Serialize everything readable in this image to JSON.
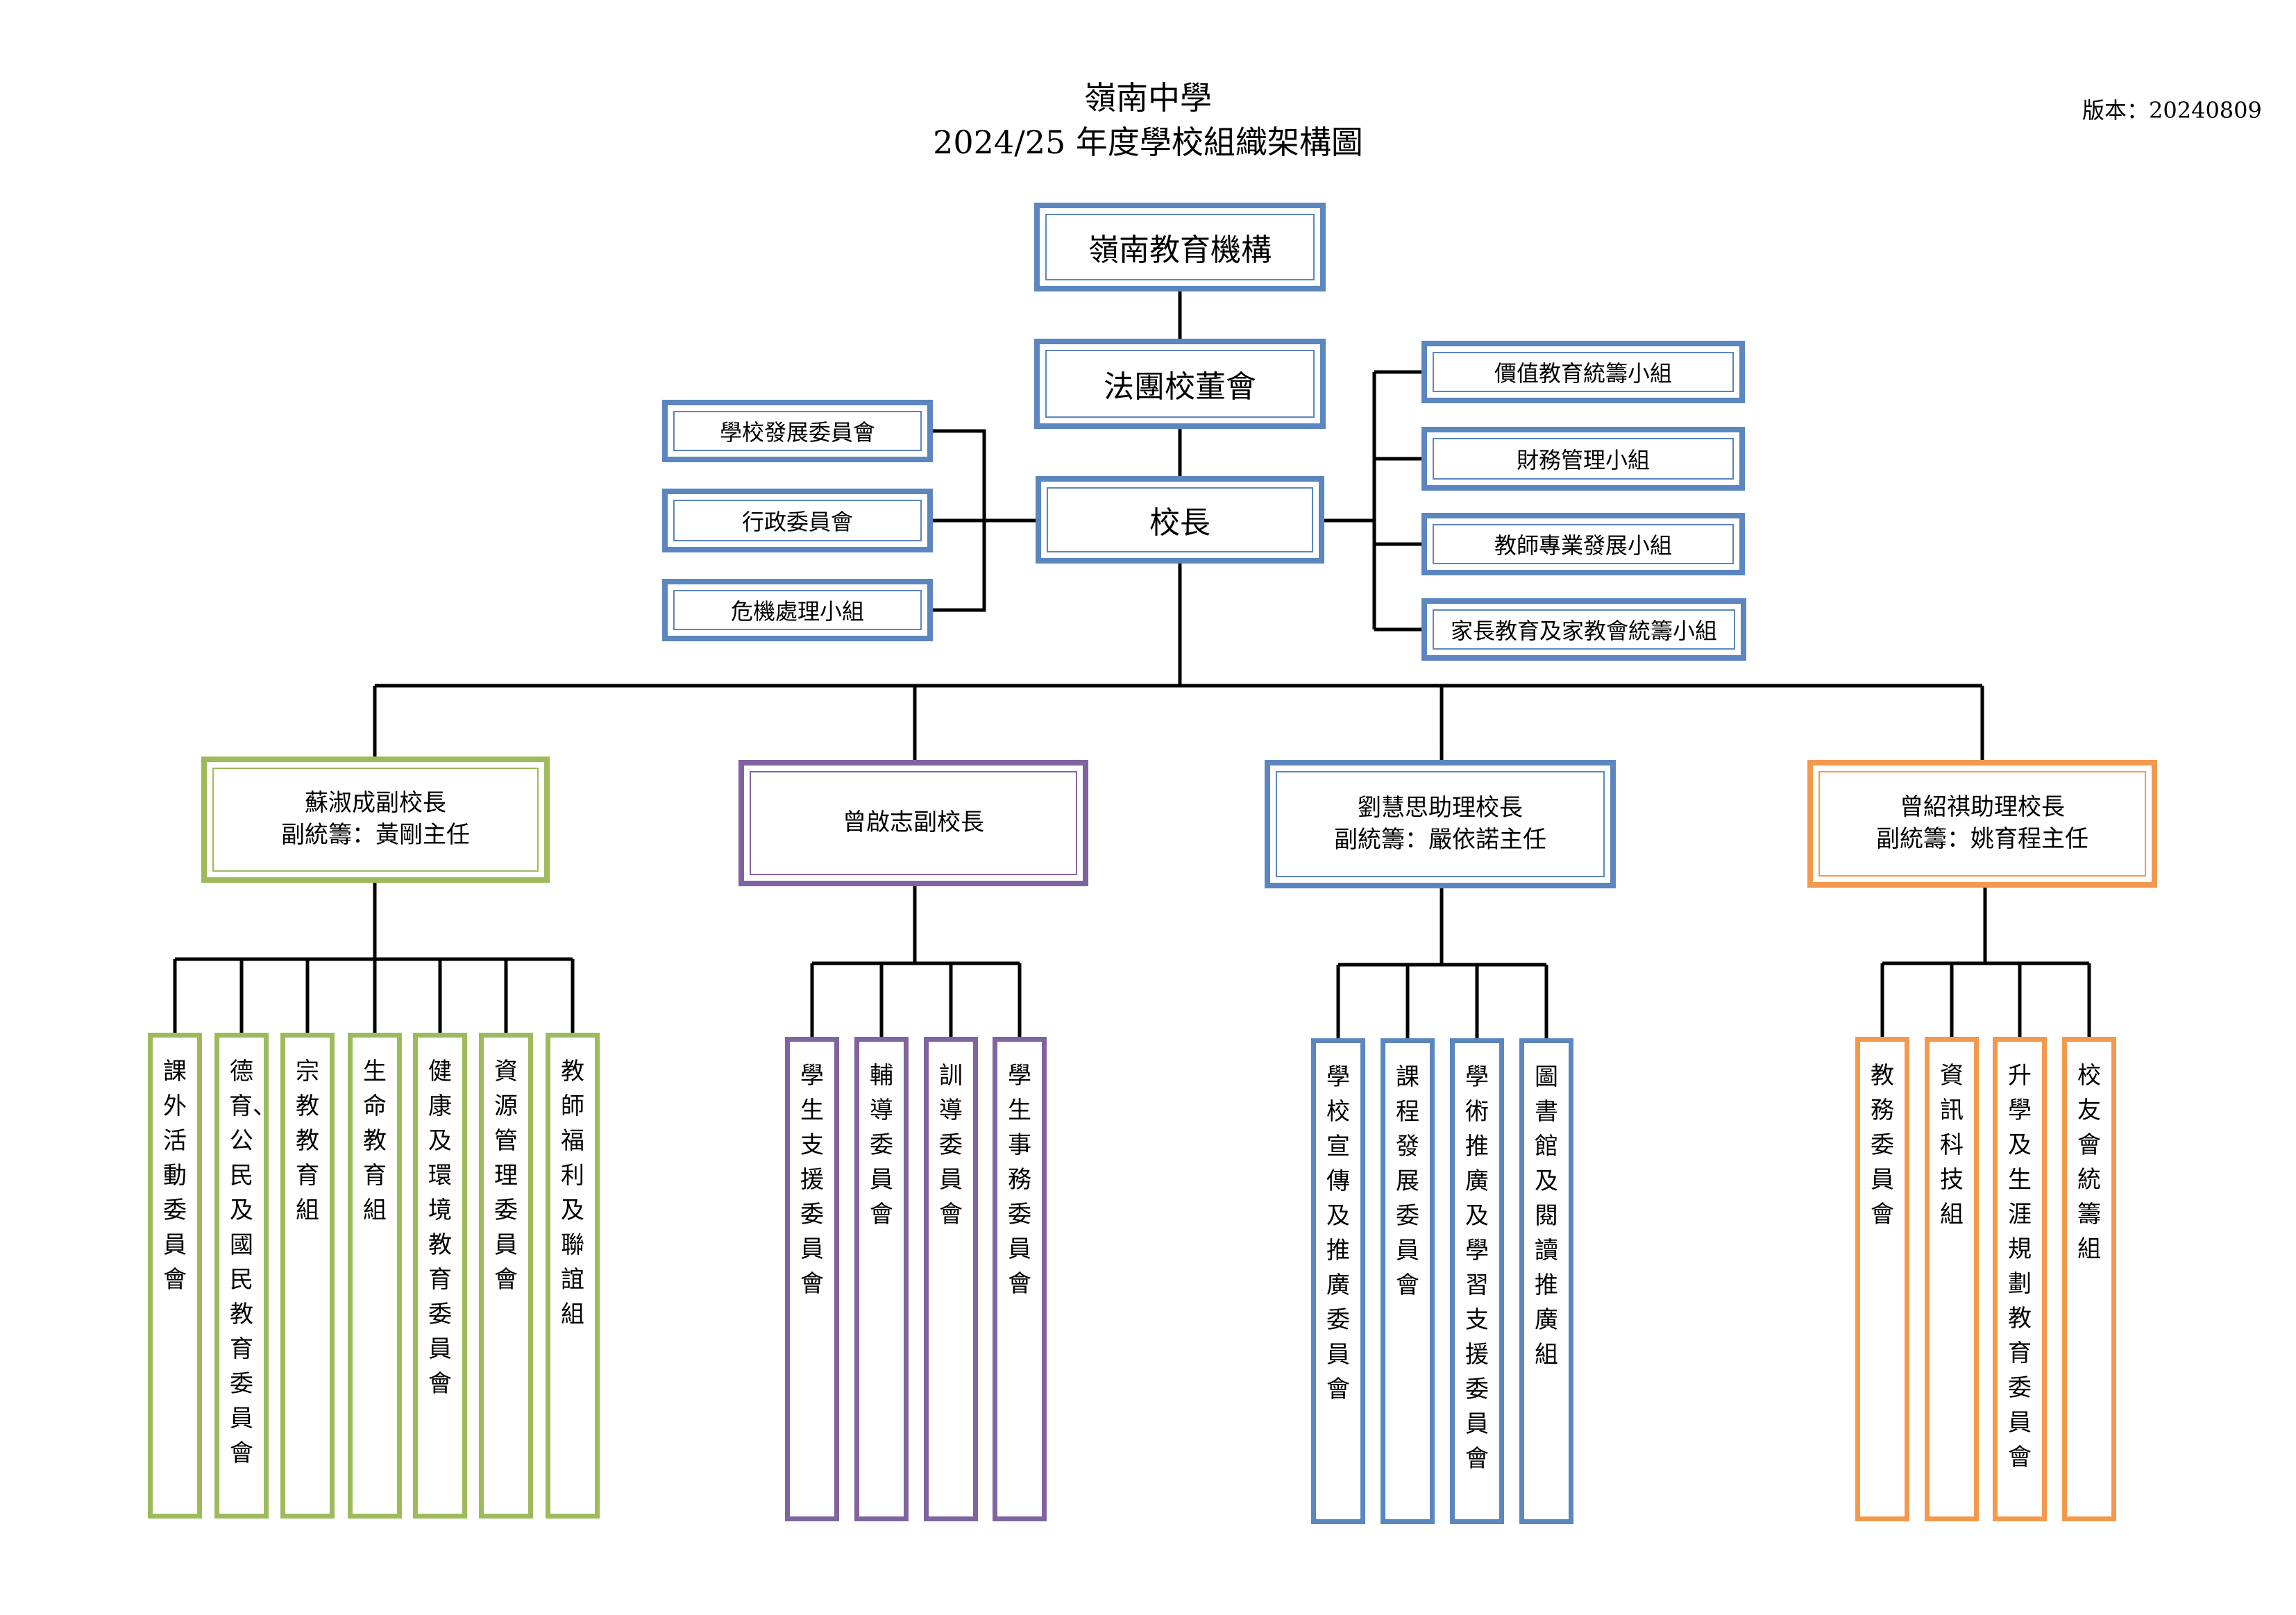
{
  "header": {
    "school": "嶺南中學",
    "subtitle": "2024/25 年度學校組織架構圖",
    "version": "版本：20240809"
  },
  "top": {
    "org": "嶺南教育機構",
    "board": "法團校董會",
    "principal": "校長"
  },
  "left_committees": [
    "學校發展委員會",
    "行政委員會",
    "危機處理小組"
  ],
  "right_groups": [
    "價值教育統籌小組",
    "財務管理小組",
    "教師專業發展小組",
    "家長教育及家教會統籌小組"
  ],
  "divisions": [
    {
      "head": "蘇淑成副校長",
      "deputy": "副統籌：黃剛主任",
      "color": "#9dbb5c",
      "units": [
        "課外活動委員會",
        "德育、公民及國民教育委員會",
        "宗教教育組",
        "生命教育組",
        "健康及環境教育委員會",
        "資源管理委員會",
        "教師福利及聯誼組"
      ]
    },
    {
      "head": "曾啟志副校長",
      "deputy": "",
      "color": "#8064a2",
      "units": [
        "學生支援委員會",
        "輔導委員會",
        "訓導委員會",
        "學生事務委員會"
      ]
    },
    {
      "head": "劉慧思助理校長",
      "deputy": "副統籌：嚴依諾主任",
      "color": "#5b86bf",
      "units": [
        "學校宣傳及推廣委員會",
        "課程發展委員會",
        "學術推廣及學習支援委員會",
        "圖書館及閱讀推廣組"
      ]
    },
    {
      "head": "曾紹祺助理校長",
      "deputy": "副統籌：姚育程主任",
      "color": "#f3994e",
      "units": [
        "教務委員會",
        "資訊科技組",
        "升學及生涯規劃教育委員會",
        "校友會統籌組"
      ]
    }
  ]
}
